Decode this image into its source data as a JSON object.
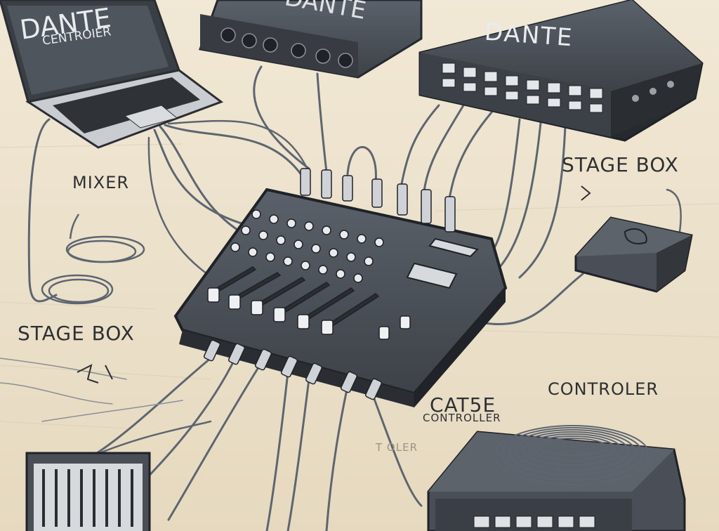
{
  "laptop": {
    "brand": "DANTE",
    "subtitle": "CENTROIER"
  },
  "top_unit": {
    "brand": "DANTE"
  },
  "switch": {
    "brand": "DANTE"
  },
  "labels": {
    "mixer": "MIXER",
    "stage_box_right": "STAGE BOX",
    "stage_box_left": "STAGE BOX",
    "cat5e": "CAT5E",
    "cat5e_sub": "CONTROLLER",
    "controler": "CONTROLER",
    "faint": "T   OLER"
  },
  "colors": {
    "paper": "#efe6d3",
    "device": "#4a4f57",
    "device_dark": "#2f3338",
    "cable": "#5d6670",
    "ink": "#2e3034"
  }
}
